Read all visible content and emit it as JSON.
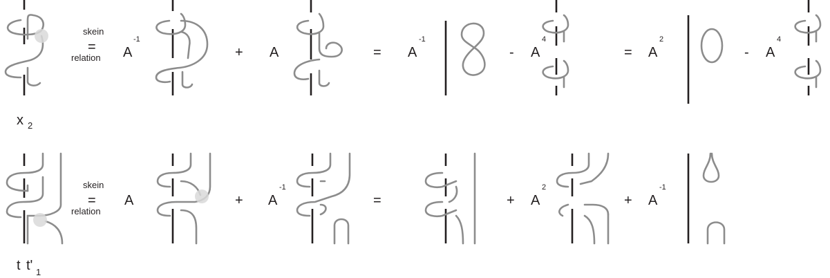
{
  "row1": {
    "skein_word": "skein",
    "relation_word": "relation",
    "coef_1": "A",
    "coef_1_exp": "-1",
    "plus": "+",
    "coef_2": "A",
    "eq_1": "=",
    "coef_3": "A",
    "coef_3_exp": "-1",
    "minus_1": "-",
    "coef_4": "A",
    "coef_4_exp": "4",
    "eq_2": "=",
    "coef_5": "A",
    "coef_5_exp": "2",
    "minus_2": "-",
    "coef_6": "A",
    "coef_6_exp": "4",
    "label_base": "x",
    "label_sub": "2"
  },
  "row2": {
    "skein_word": "skein",
    "relation_word": "relation",
    "coef_1": "A",
    "plus_1": "+",
    "coef_2": "A",
    "coef_2_exp": "-1",
    "eq_1": "=",
    "plus_2": "+",
    "coef_3": "A",
    "coef_3_exp": "2",
    "plus_3": "+",
    "coef_4": "A",
    "coef_4_exp": "-1",
    "label_t": "t",
    "label_t2": "t'",
    "label_sub": "1"
  }
}
